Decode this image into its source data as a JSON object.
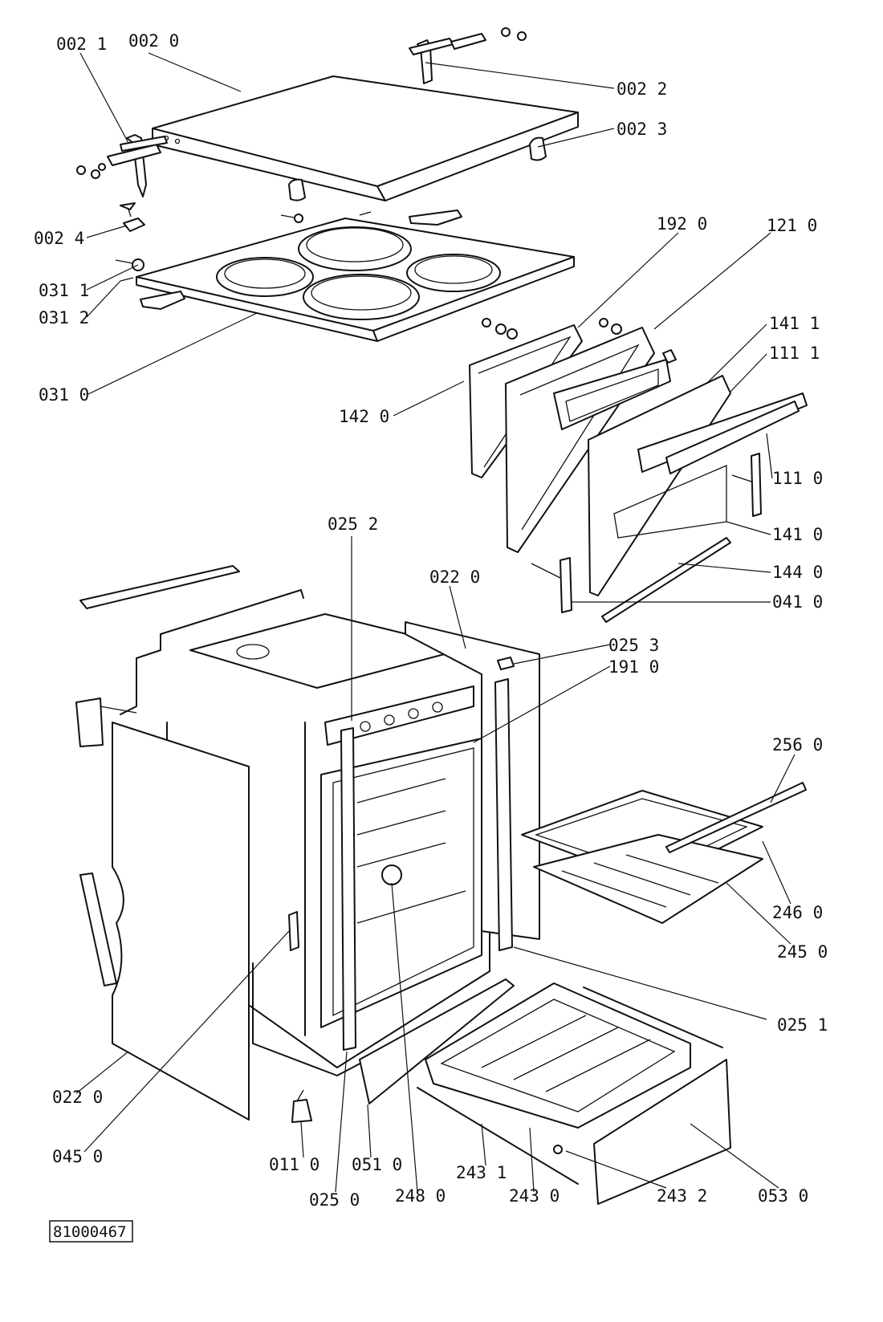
{
  "diagram": {
    "reference": "81000467",
    "parts": [
      {
        "id": "p0021",
        "label": "002 1"
      },
      {
        "id": "p0020",
        "label": "002 0"
      },
      {
        "id": "p0022",
        "label": "002 2"
      },
      {
        "id": "p0023",
        "label": "002 3"
      },
      {
        "id": "p0024",
        "label": "002 4"
      },
      {
        "id": "p0311",
        "label": "031 1"
      },
      {
        "id": "p0312",
        "label": "031 2"
      },
      {
        "id": "p0310",
        "label": "031 0"
      },
      {
        "id": "p1920",
        "label": "192 0"
      },
      {
        "id": "p1210",
        "label": "121 0"
      },
      {
        "id": "p1411",
        "label": "141 1"
      },
      {
        "id": "p1111",
        "label": "111 1"
      },
      {
        "id": "p1420",
        "label": "142 0"
      },
      {
        "id": "p1110",
        "label": "111 0"
      },
      {
        "id": "p1410",
        "label": "141 0"
      },
      {
        "id": "p0252",
        "label": "025 2"
      },
      {
        "id": "p1440",
        "label": "144 0"
      },
      {
        "id": "p0220a",
        "label": "022 0"
      },
      {
        "id": "p0410",
        "label": "041 0"
      },
      {
        "id": "p0253",
        "label": "025 3"
      },
      {
        "id": "p1910",
        "label": "191 0"
      },
      {
        "id": "p2560",
        "label": "256 0"
      },
      {
        "id": "p2460",
        "label": "246 0"
      },
      {
        "id": "p2450",
        "label": "245 0"
      },
      {
        "id": "p0251",
        "label": "025 1"
      },
      {
        "id": "p0220b",
        "label": "022 0"
      },
      {
        "id": "p0450",
        "label": "045 0"
      },
      {
        "id": "p0110",
        "label": "011 0"
      },
      {
        "id": "p0510",
        "label": "051 0"
      },
      {
        "id": "p2431",
        "label": "243 1"
      },
      {
        "id": "p0250",
        "label": "025 0"
      },
      {
        "id": "p2480",
        "label": "248 0"
      },
      {
        "id": "p2430",
        "label": "243 0"
      },
      {
        "id": "p2432",
        "label": "243 2"
      },
      {
        "id": "p0530",
        "label": "053 0"
      }
    ]
  }
}
